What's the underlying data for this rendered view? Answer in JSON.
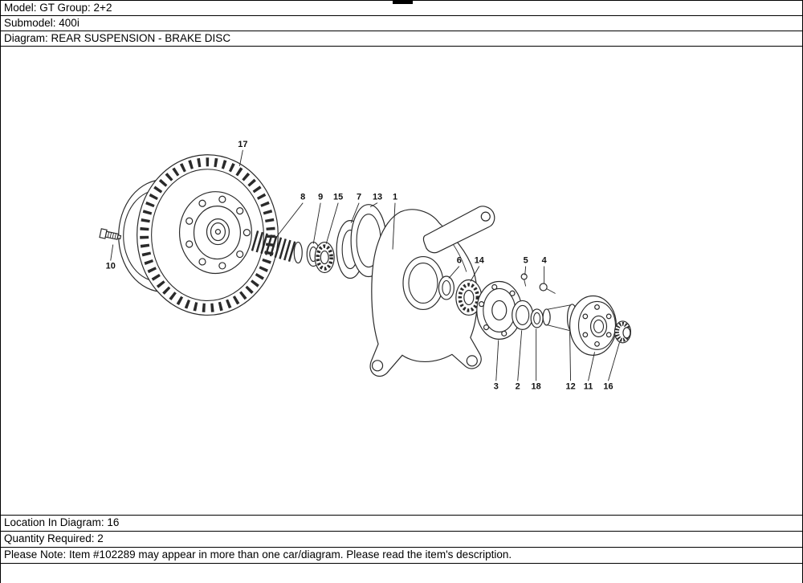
{
  "header": {
    "model_row": "Model: GT Group: 2+2",
    "submodel_row": "Submodel: 400i",
    "diagram_row": "Diagram: REAR SUSPENSION - BRAKE DISC"
  },
  "footer": {
    "location_row": "Location In Diagram: 16",
    "quantity_row": "Quantity Required: 2",
    "note_row": "Please Note: Item #102289 may appear in more than one car/diagram. Please read the item's description."
  },
  "diagram": {
    "title": "Exploded view: rear suspension upright with brake disc, axle shaft, bearings, hub flange and stub axle",
    "callouts": [
      {
        "label": "17"
      },
      {
        "label": "8"
      },
      {
        "label": "9"
      },
      {
        "label": "15"
      },
      {
        "label": "7"
      },
      {
        "label": "13"
      },
      {
        "label": "1"
      },
      {
        "label": "6"
      },
      {
        "label": "14"
      },
      {
        "label": "5"
      },
      {
        "label": "4"
      },
      {
        "label": "10"
      },
      {
        "label": "3"
      },
      {
        "label": "2"
      },
      {
        "label": "18"
      },
      {
        "label": "12"
      },
      {
        "label": "11"
      },
      {
        "label": "16"
      }
    ]
  }
}
